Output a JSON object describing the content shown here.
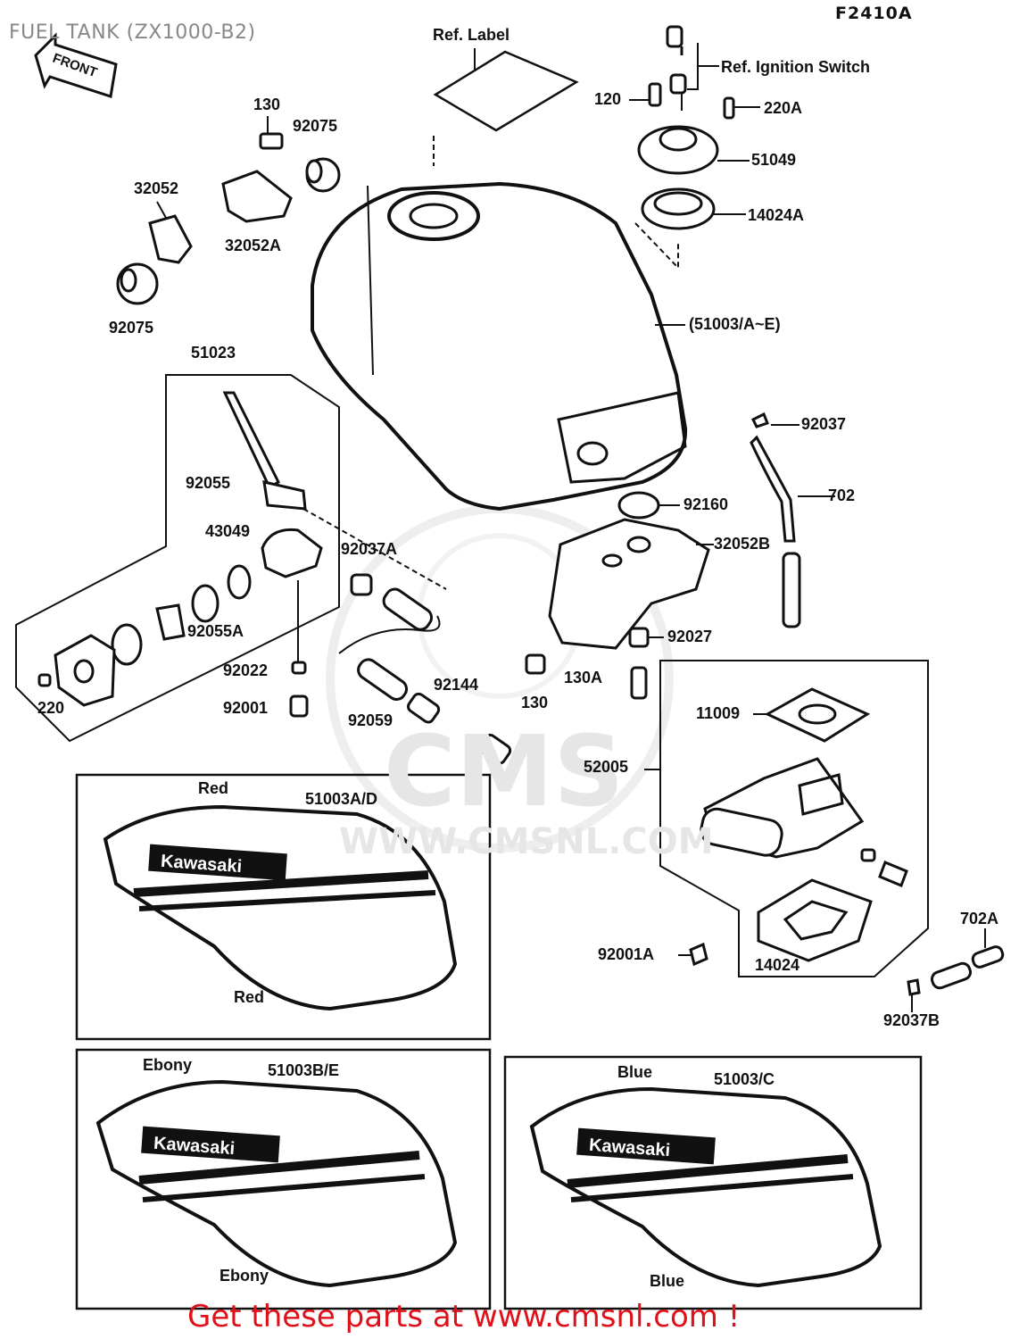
{
  "header": {
    "title": "FUEL TANK (ZX1000-B2)",
    "drawing_code": "F2410A",
    "front_arrow": "FRONT"
  },
  "watermark": {
    "logo": "CMS",
    "url": "WWW.CMSNL.COM"
  },
  "labels": {
    "ref_label": "Ref. Label",
    "ref_ignition_switch": "Ref. Ignition Switch",
    "p120": "120",
    "p220A": "220A",
    "p51049": "51049",
    "p14024A": "14024A",
    "p130_top": "130",
    "p92075_top": "92075",
    "p32052": "32052",
    "p32052A": "32052A",
    "p92075_left": "92075",
    "p51003_AE": "(51003/A~E)",
    "p51023": "51023",
    "p92037": "92037",
    "p702": "702",
    "p92055": "92055",
    "p92160": "92160",
    "p43049": "43049",
    "p92037A": "92037A",
    "p32052B": "32052B",
    "p92055A": "92055A",
    "p92027": "92027",
    "p92022": "92022",
    "p92144": "92144",
    "p130A": "130A",
    "p220": "220",
    "p92001": "92001",
    "p92059": "92059",
    "p130_mid": "130",
    "p11009": "11009",
    "p52005": "52005",
    "p702A": "702A",
    "p92001A": "92001A",
    "p14024": "14024",
    "p92037B": "92037B"
  },
  "variants": [
    {
      "part": "51003A/D",
      "color_top": "Red",
      "color_bottom": "Red",
      "brand": "Kawasaki"
    },
    {
      "part": "51003B/E",
      "color_top": "Ebony",
      "color_bottom": "Ebony",
      "brand": "Kawasaki"
    },
    {
      "part": "51003/C",
      "color_top": "Blue",
      "color_bottom": "Blue",
      "brand": "Kawasaki"
    }
  ],
  "footer": {
    "text": "Get these parts at www.cmsnl.com !"
  }
}
